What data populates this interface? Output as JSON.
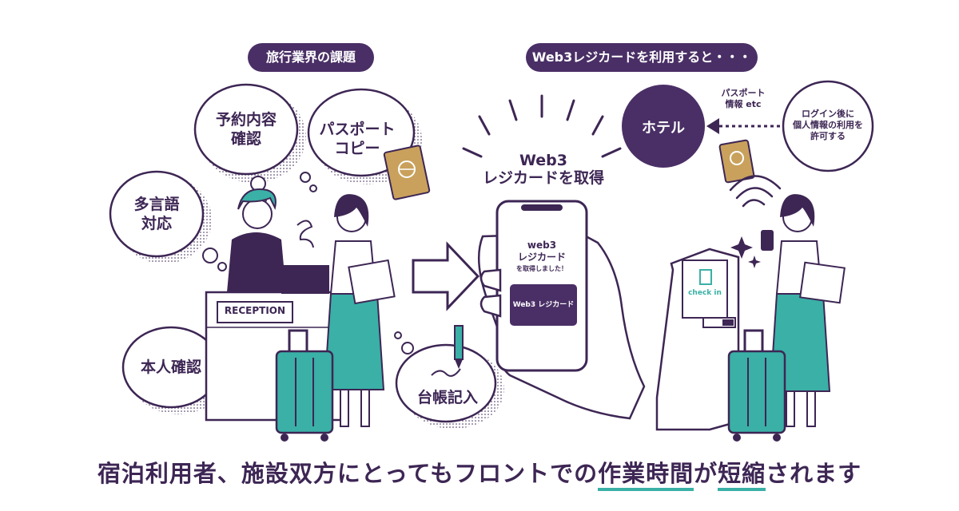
{
  "left_header": "旅行業界の課題",
  "right_header": "Web3レジカードを利用すると・・・",
  "bubbles": {
    "reservation_line1": "予約内容",
    "reservation_line2": "確認",
    "passport_line1": "パスポート",
    "passport_line2": "コピー",
    "multilang_line1": "多言語",
    "multilang_line2": "対応",
    "identity": "本人確認",
    "ledger": "台帳記入"
  },
  "reception_sign": "RECEPTION",
  "acquire_line1": "Web3",
  "acquire_line2": "レジカードを取得",
  "phone": {
    "line1": "web3",
    "line2": "レジカード",
    "line3": "を取得しました！",
    "card_label": "Web3 レジカード"
  },
  "hotel_label": "ホテル",
  "passport_info_line1": "パスポート",
  "passport_info_line2": "情報 etc",
  "login_line1": "ログイン後に",
  "login_line2": "個人情報の利用を",
  "login_line3": "許可する",
  "kiosk_screen": "check in",
  "headline": {
    "part1": "宿泊利用者、施設双方にとってもフロントでの",
    "hl1": "作業時間",
    "part2": "が",
    "hl2": "短縮",
    "part3": "されます"
  },
  "colors": {
    "purple": "#4a2f66",
    "teal": "#3ab0a6",
    "gold": "#c9a15c"
  }
}
